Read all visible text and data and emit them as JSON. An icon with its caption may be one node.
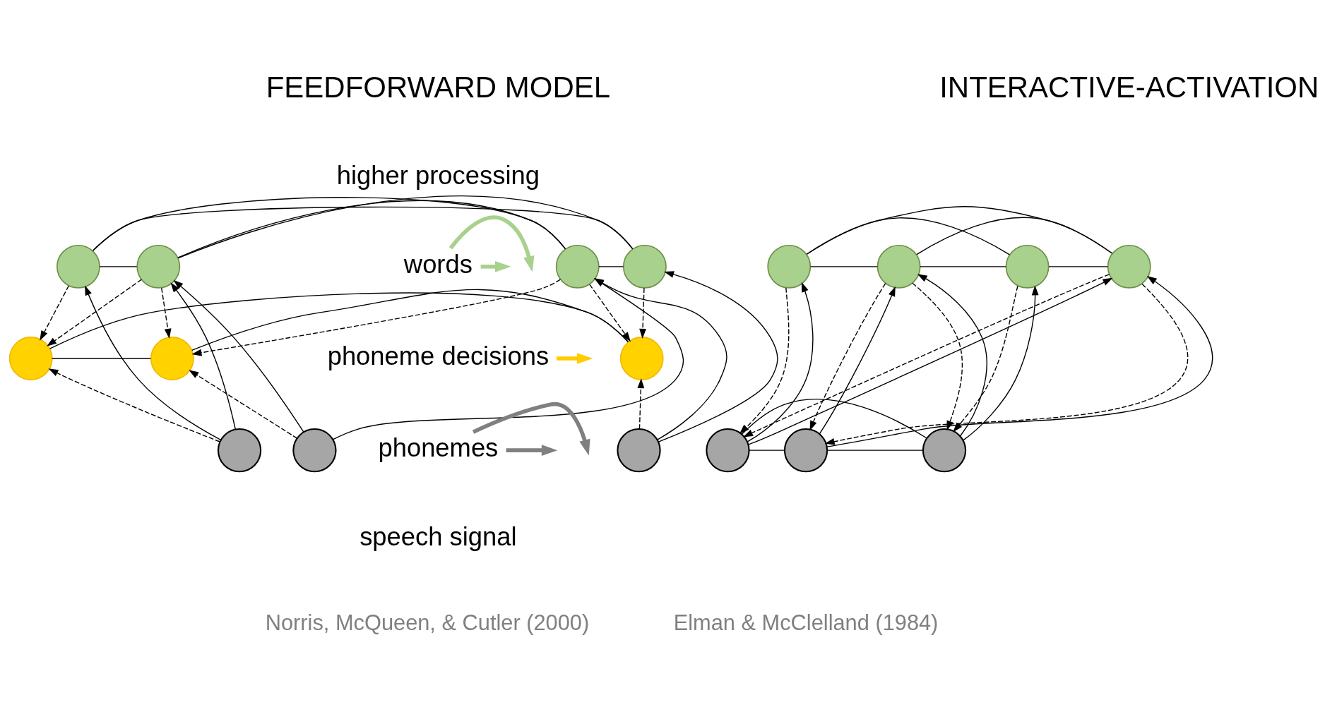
{
  "diagram": {
    "nodes": [
      {
        "text": [],
        "shape": "circle"
      },
      {
        "text": [],
        "shape": "circle"
      },
      {
        "text": [],
        "shape": "circle"
      },
      {
        "text": [],
        "shape": "circle"
      },
      {
        "text": [],
        "shape": "circle"
      },
      {
        "text": [],
        "shape": "circle"
      },
      {
        "text": [],
        "shape": "circle"
      },
      {
        "text": [],
        "shape": "circle"
      },
      {
        "text": [],
        "shape": "circle"
      },
      {
        "text": [],
        "shape": "circle"
      },
      {
        "text": [],
        "shape": "circle"
      },
      {
        "text": [],
        "shape": "circle"
      },
      {
        "text": [],
        "shape": "circle"
      },
      {
        "text": [],
        "shape": "circle"
      },
      {
        "text": [],
        "shape": "circle"
      },
      {
        "text": [],
        "shape": "circle"
      },
      {
        "text": [],
        "shape": "circle"
      },
      {
        "text": [
          "words"
        ]
      },
      {
        "text": [
          "phoneme decisions"
        ]
      },
      {
        "text": [
          "phonemes"
        ]
      }
    ],
    "edges": [
      {
        "from": 0,
        "to": 1,
        "arrow": "none"
      },
      {
        "from": 1,
        "to": 2,
        "arrow": "none"
      },
      {
        "from": 2,
        "to": 3,
        "arrow": "none"
      },
      {
        "from": 0,
        "to": 2,
        "arrow": "none"
      },
      {
        "from": 1,
        "to": 3,
        "arrow": "none"
      },
      {
        "from": 0,
        "to": 3,
        "arrow": "none"
      },
      {
        "from": 4,
        "to": 5,
        "arrow": "none"
      },
      {
        "from": 5,
        "to": 6,
        "arrow": "none"
      },
      {
        "from": 4,
        "to": 6,
        "arrow": "none"
      },
      {
        "from": 7,
        "to": 0,
        "arrow": "to"
      },
      {
        "from": 7,
        "to": 1,
        "arrow": "to"
      },
      {
        "from": 8,
        "to": 1,
        "arrow": "to"
      },
      {
        "from": 8,
        "to": 2,
        "arrow": "to"
      },
      {
        "from": 9,
        "to": 2,
        "arrow": "to"
      },
      {
        "from": 9,
        "to": 3,
        "arrow": "to"
      },
      {
        "from": 0,
        "to": 4,
        "arrow": "to",
        "style": "dashed"
      },
      {
        "from": 1,
        "to": 4,
        "arrow": "to",
        "style": "dashed"
      },
      {
        "from": 1,
        "to": 5,
        "arrow": "to",
        "style": "dashed"
      },
      {
        "from": 2,
        "to": 5,
        "arrow": "to",
        "style": "dashed"
      },
      {
        "from": 2,
        "to": 6,
        "arrow": "to",
        "style": "dashed"
      },
      {
        "from": 3,
        "to": 6,
        "arrow": "to",
        "style": "dashed"
      },
      {
        "from": 7,
        "to": 4,
        "arrow": "to",
        "style": "dashed"
      },
      {
        "from": 8,
        "to": 5,
        "arrow": "to",
        "style": "dashed"
      },
      {
        "from": 9,
        "to": 6,
        "arrow": "to",
        "style": "dashed"
      },
      {
        "from": 10,
        "to": 11,
        "arrow": "none"
      },
      {
        "from": 11,
        "to": 12,
        "arrow": "none"
      },
      {
        "from": 12,
        "to": 13,
        "arrow": "none"
      },
      {
        "from": 10,
        "to": 12,
        "arrow": "none"
      },
      {
        "from": 11,
        "to": 13,
        "arrow": "none"
      },
      {
        "from": 10,
        "to": 13,
        "arrow": "none"
      },
      {
        "from": 14,
        "to": 15,
        "arrow": "none"
      },
      {
        "from": 15,
        "to": 16,
        "arrow": "none"
      },
      {
        "from": 14,
        "to": 16,
        "arrow": "none"
      },
      {
        "from": 14,
        "to": 10,
        "arrow": "to"
      },
      {
        "from": 14,
        "to": 11,
        "arrow": "to"
      },
      {
        "from": 15,
        "to": 11,
        "arrow": "to"
      },
      {
        "from": 15,
        "to": 12,
        "arrow": "to"
      },
      {
        "from": 16,
        "to": 12,
        "arrow": "to"
      },
      {
        "from": 16,
        "to": 13,
        "arrow": "to"
      },
      {
        "from": 10,
        "to": 14,
        "arrow": "to",
        "style": "dashed"
      },
      {
        "from": 11,
        "to": 14,
        "arrow": "to",
        "style": "dashed"
      },
      {
        "from": 11,
        "to": 15,
        "arrow": "to",
        "style": "dashed"
      },
      {
        "from": 12,
        "to": 15,
        "arrow": "to",
        "style": "dashed"
      },
      {
        "from": 12,
        "to": 16,
        "arrow": "to",
        "style": "dashed"
      },
      {
        "from": 13,
        "to": 16,
        "arrow": "to",
        "style": "dashed"
      },
      {
        "from": 17,
        "to": null,
        "arrow": "to",
        "style": "thick",
        "color": "#a9d18e"
      },
      {
        "from": 17,
        "to": null,
        "arrow": "to",
        "style": "thick",
        "color": "#a9d18e"
      },
      {
        "from": 18,
        "to": null,
        "arrow": "to",
        "style": "thick",
        "color": "#ffcc00"
      },
      {
        "from": 19,
        "to": null,
        "arrow": "to",
        "style": "thick",
        "color": "#808080"
      },
      {
        "from": 19,
        "to": null,
        "arrow": "to",
        "style": "thick",
        "color": "#808080"
      }
    ],
    "labels": [
      "FEEDFORWARD MODEL",
      "INTERACTIVE-ACTIVATION",
      "higher processing",
      "speech signal",
      "Norris, McQueen, & Cutler (2000)",
      "Elman & McClelland (1984)"
    ]
  }
}
